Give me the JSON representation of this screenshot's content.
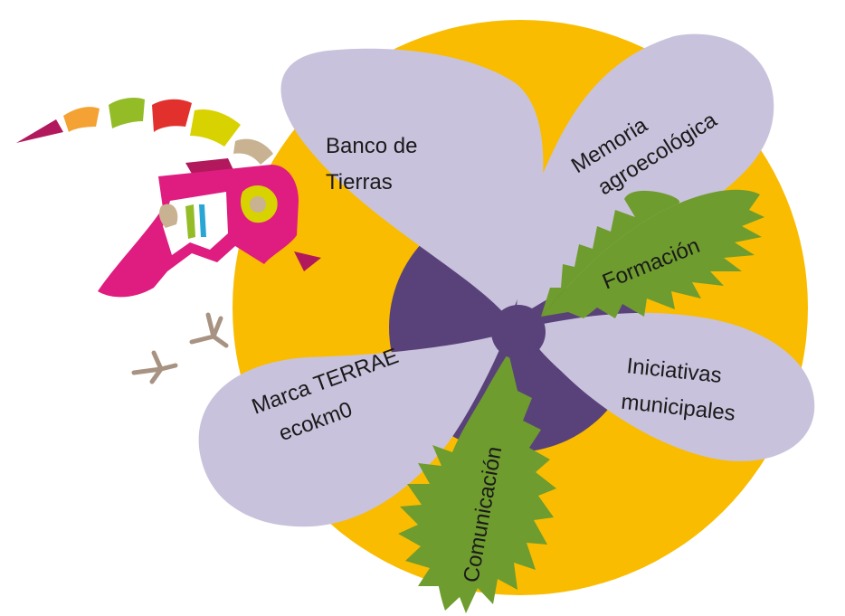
{
  "colors": {
    "background": "#ffffff",
    "sun": "#f9bc00",
    "core_dark": "#59427a",
    "petal": "#c9c2dc",
    "leaf": "#6f9c2e",
    "text": "#1a1a1a",
    "goat_magenta": "#df1c7f",
    "goat_stripe_orange": "#f3a233",
    "goat_stripe_green": "#93bc27",
    "goat_stripe_red": "#e2312d",
    "goat_stripe_yellow": "#d8d200",
    "goat_stripe_tan": "#c8b291",
    "goat_stripe_plum": "#b2195d",
    "goat_stripe_blue": "#2aa6d6",
    "bird_tracks": "#a89382"
  },
  "petals": [
    {
      "id": "banco",
      "lines": [
        "Banco de",
        "Tierras"
      ]
    },
    {
      "id": "memoria",
      "lines": [
        "Memoria",
        "agroecológica"
      ]
    },
    {
      "id": "iniciativas",
      "lines": [
        "Iniciativas",
        "municipales"
      ]
    },
    {
      "id": "marca",
      "lines": [
        "Marca TERRAE",
        "ecokm0"
      ]
    }
  ],
  "leaves": [
    {
      "id": "formacion",
      "label": "Formación"
    },
    {
      "id": "comunicacion",
      "label": "Comunicación"
    }
  ],
  "decorations": {
    "goat_icon": "goat-head-icon",
    "tracks_icon": "bird-tracks-icon"
  }
}
